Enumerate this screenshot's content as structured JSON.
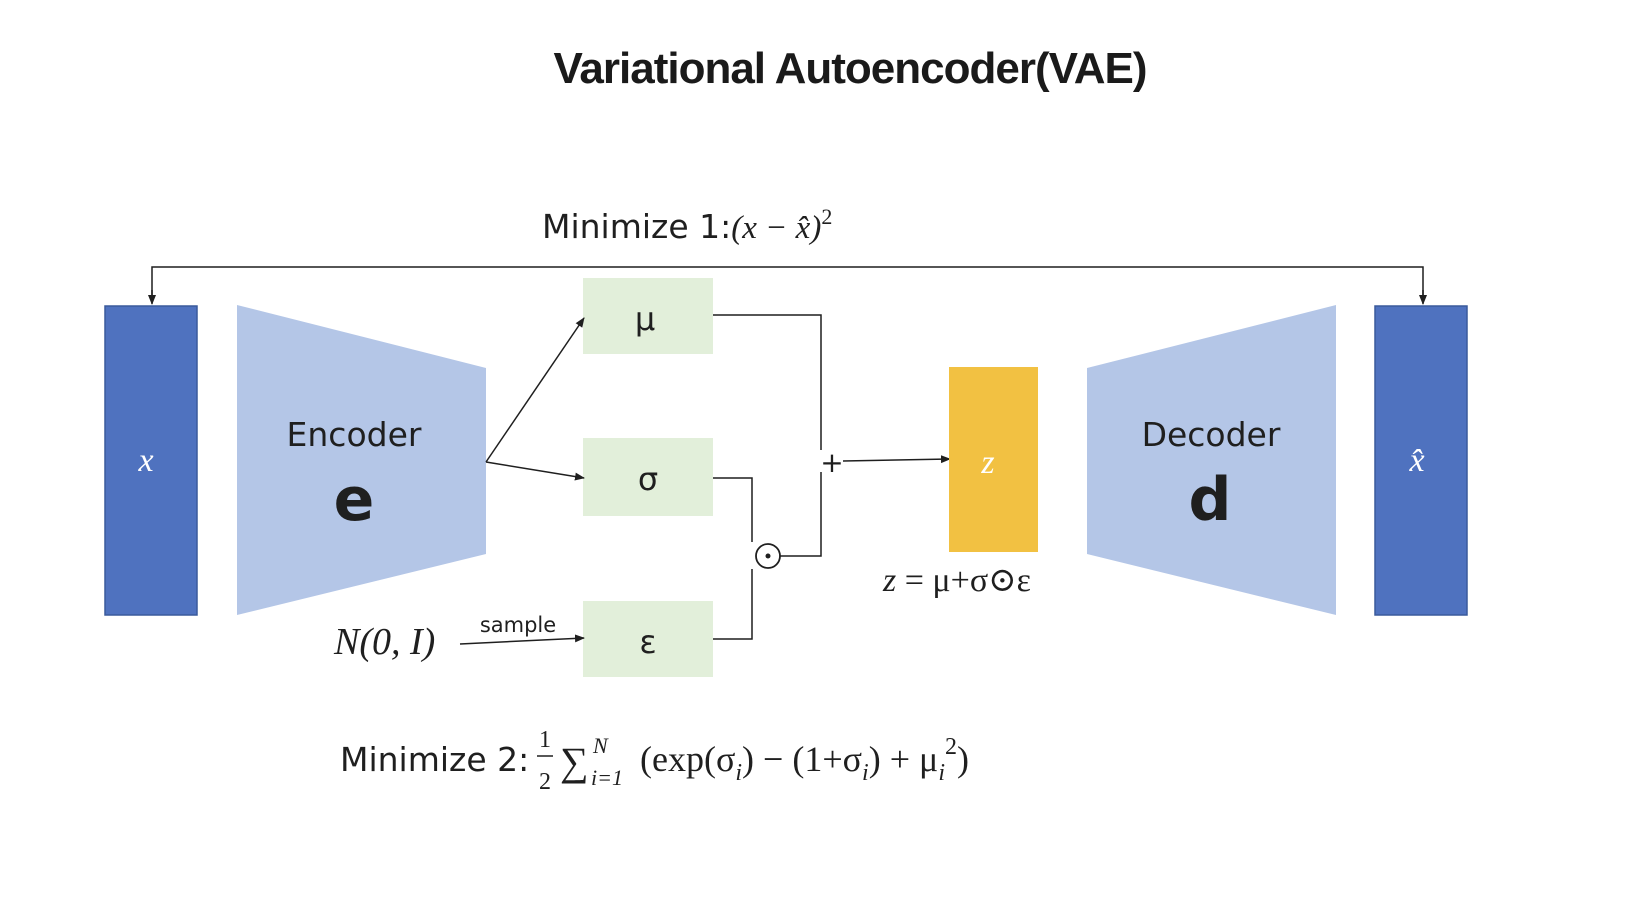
{
  "title": "Variational Autoencoder(VAE)",
  "loss1": {
    "label": "Minimize 1:",
    "expr": "(x − x̂)",
    "power": "2"
  },
  "loss2": {
    "label": "Minimize 2:",
    "frac_num": "1",
    "frac_den": "2",
    "sum": "∑",
    "sum_top": "N",
    "sum_bottom": "i=1",
    "expr_a": "(exp(σ",
    "sub_a": "i",
    "expr_b": ") − (1+σ",
    "sub_b": "i",
    "expr_c": ") + μ",
    "sub_c": "i",
    "power_c": "2",
    "expr_d": ")"
  },
  "input_block": {
    "symbol": "x"
  },
  "output_block": {
    "symbol": "x̂"
  },
  "encoder": {
    "name": "Encoder",
    "symbol": "e"
  },
  "decoder": {
    "name": "Decoder",
    "symbol": "d"
  },
  "mu_box": {
    "symbol": "μ"
  },
  "sigma_box": {
    "symbol": "σ"
  },
  "eps_box": {
    "symbol": "ε"
  },
  "latent": {
    "symbol": "z"
  },
  "latent_formula": {
    "lhs": "z",
    "rhs": " = μ+σ⊙ε"
  },
  "noise": {
    "source": "N(0, I)",
    "arrow_label": "sample"
  },
  "plus_op": "+",
  "hadamard_op": "⊙",
  "colors": {
    "data_block": "#4f72bf",
    "network": "#b4c6e7",
    "param_box": "#e2efda",
    "latent": "#f2c142",
    "line": "#1f1f1f"
  }
}
